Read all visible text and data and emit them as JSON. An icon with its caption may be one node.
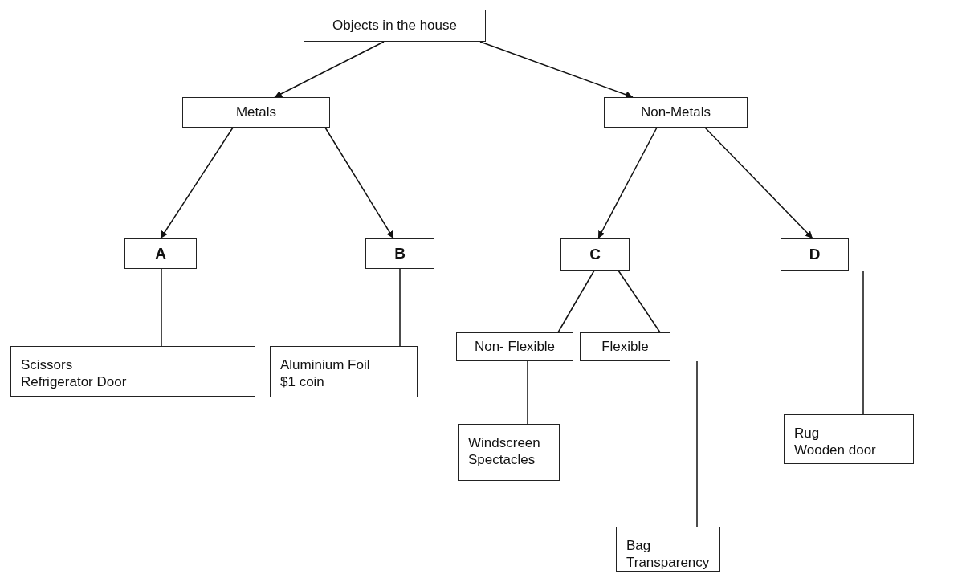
{
  "diagram": {
    "nodes": [
      {
        "text": [
          "Objects in the house"
        ]
      },
      {
        "text": [
          "Metals"
        ]
      },
      {
        "text": [
          "Non-Metals"
        ]
      },
      {
        "text": [
          "A"
        ]
      },
      {
        "text": [
          "B"
        ]
      },
      {
        "text": [
          "C"
        ]
      },
      {
        "text": [
          "D"
        ]
      },
      {
        "text": [
          "Scissors",
          "Refrigerator Door"
        ]
      },
      {
        "text": [
          "Aluminium Foil",
          "$1 coin"
        ]
      },
      {
        "text": [
          "Non- Flexible"
        ]
      },
      {
        "text": [
          "Flexible"
        ]
      },
      {
        "text": [
          "Windscreen",
          "Spectacles"
        ]
      },
      {
        "text": [
          "Bag",
          "Transparency"
        ]
      },
      {
        "text": [
          "Rug",
          "Wooden door"
        ]
      }
    ],
    "edges": [
      {
        "from": 0,
        "to": 1,
        "arrow": "to"
      },
      {
        "from": 0,
        "to": 2,
        "arrow": "to"
      },
      {
        "from": 1,
        "to": 3,
        "arrow": "to"
      },
      {
        "from": 1,
        "to": 4,
        "arrow": "to"
      },
      {
        "from": 2,
        "to": 5,
        "arrow": "to"
      },
      {
        "from": 2,
        "to": 6,
        "arrow": "to"
      },
      {
        "from": 3,
        "to": 7,
        "arrow": "none"
      },
      {
        "from": 4,
        "to": 8,
        "arrow": "none"
      },
      {
        "from": 5,
        "to": 9,
        "arrow": "none"
      },
      {
        "from": 5,
        "to": 10,
        "arrow": "none"
      },
      {
        "from": 9,
        "to": 11,
        "arrow": "none"
      },
      {
        "from": 10,
        "to": 12,
        "arrow": "none"
      },
      {
        "from": 6,
        "to": 13,
        "arrow": "none"
      }
    ]
  }
}
